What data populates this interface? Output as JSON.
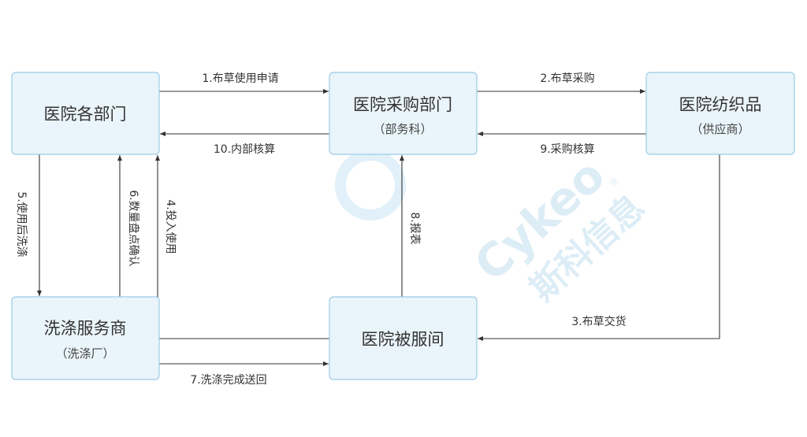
{
  "nodes": {
    "departments": {
      "title": "医院各部门"
    },
    "procurement": {
      "title": "医院采购部门",
      "sub": "（部务科）"
    },
    "supplier": {
      "title": "医院纺织品",
      "sub": "（供应商）"
    },
    "laundry": {
      "title": "洗涤服务商",
      "sub": "（洗涤厂）"
    },
    "linen_room": {
      "title": "医院被服间"
    }
  },
  "edges": {
    "e1": "1.布草使用申请",
    "e2": "2.布草采购",
    "e3": "3.布草交货",
    "e4": "4.投入使用",
    "e5": "5.使用后洗涤",
    "e6": "6.数量盘点确认",
    "e7": "7.洗涤完成送回",
    "e8": "8.报表",
    "e9": "9.采购核算",
    "e10": "10.内部核算"
  },
  "watermark": {
    "brand": "Cykeo",
    "reg": "®",
    "cn": "斯科信息"
  },
  "colors": {
    "box_fill": "#eaf4fb",
    "box_stroke": "#9ccbe6",
    "watermark": "#cfe6f3"
  }
}
